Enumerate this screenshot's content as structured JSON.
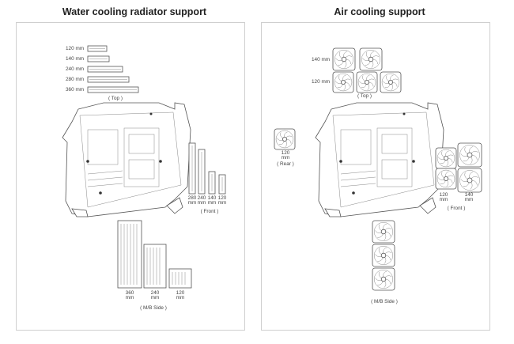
{
  "left": {
    "title": "Water cooling radiator support",
    "top_sizes": [
      "120 mm",
      "140 mm",
      "240 mm",
      "280 mm",
      "360 mm"
    ],
    "top_caption": "( Top )",
    "front_sizes": [
      {
        "v": "280",
        "u": "mm"
      },
      {
        "v": "240",
        "u": "mm"
      },
      {
        "v": "140",
        "u": "mm"
      },
      {
        "v": "120",
        "u": "mm"
      }
    ],
    "front_caption": "( Front )",
    "mb_sizes": [
      {
        "v": "360",
        "u": "mm"
      },
      {
        "v": "240",
        "u": "mm"
      },
      {
        "v": "120",
        "u": "mm"
      }
    ],
    "mb_caption": "( M/B Side )"
  },
  "right": {
    "title": "Air cooling support",
    "top_rows": [
      "140 mm",
      "120 mm"
    ],
    "top_caption": "( Top )",
    "rear_value": "120",
    "rear_unit": "mm",
    "rear_caption": "( Rear )",
    "front_labels": [
      {
        "v": "120",
        "u": "mm"
      },
      {
        "v": "140",
        "u": "mm"
      }
    ],
    "front_caption": "( Front )",
    "mb_caption": "( M/B Side )"
  }
}
